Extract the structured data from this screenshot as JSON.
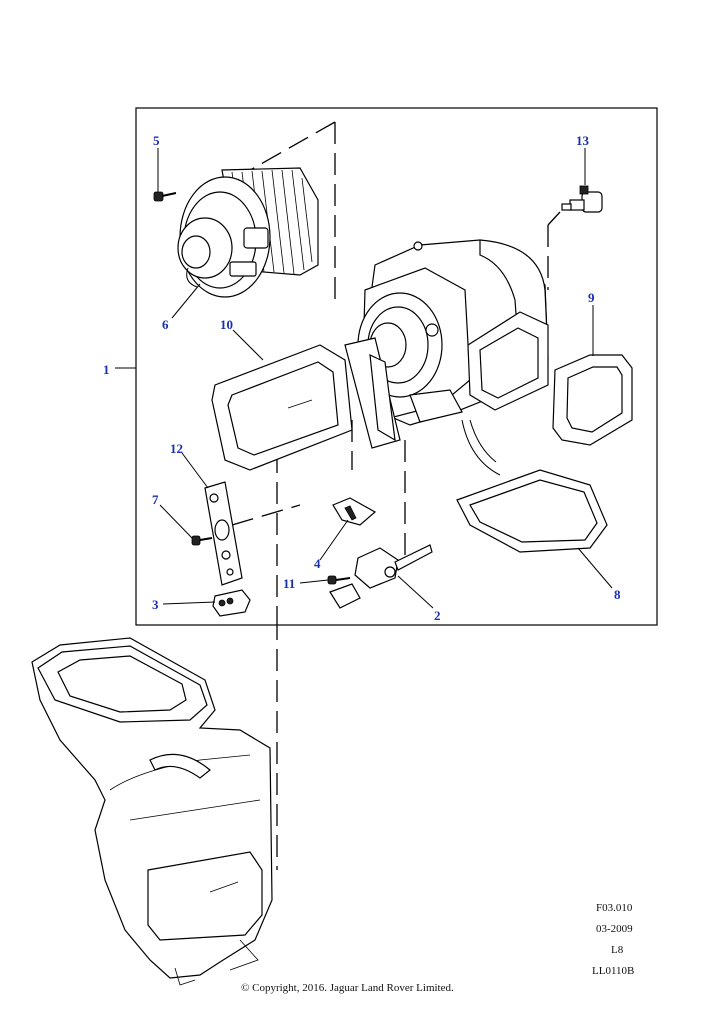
{
  "callouts": [
    {
      "id": "c1",
      "text": "1"
    },
    {
      "id": "c2",
      "text": "2"
    },
    {
      "id": "c3",
      "text": "3"
    },
    {
      "id": "c4",
      "text": "4"
    },
    {
      "id": "c5",
      "text": "5"
    },
    {
      "id": "c6",
      "text": "6"
    },
    {
      "id": "c7",
      "text": "7"
    },
    {
      "id": "c8",
      "text": "8"
    },
    {
      "id": "c9",
      "text": "9"
    },
    {
      "id": "c10",
      "text": "10"
    },
    {
      "id": "c11",
      "text": "11"
    },
    {
      "id": "c12",
      "text": "12"
    },
    {
      "id": "c13",
      "text": "13"
    }
  ],
  "reference": {
    "figure": "F03.010",
    "date": "03-2009",
    "model": "L8",
    "drawing": "LL0110B"
  },
  "copyright": "© Copyright, 2016. Jaguar Land Rover Limited.",
  "colors": {
    "callout": "#1a2fb0",
    "line": "#000000",
    "background": "#ffffff"
  }
}
